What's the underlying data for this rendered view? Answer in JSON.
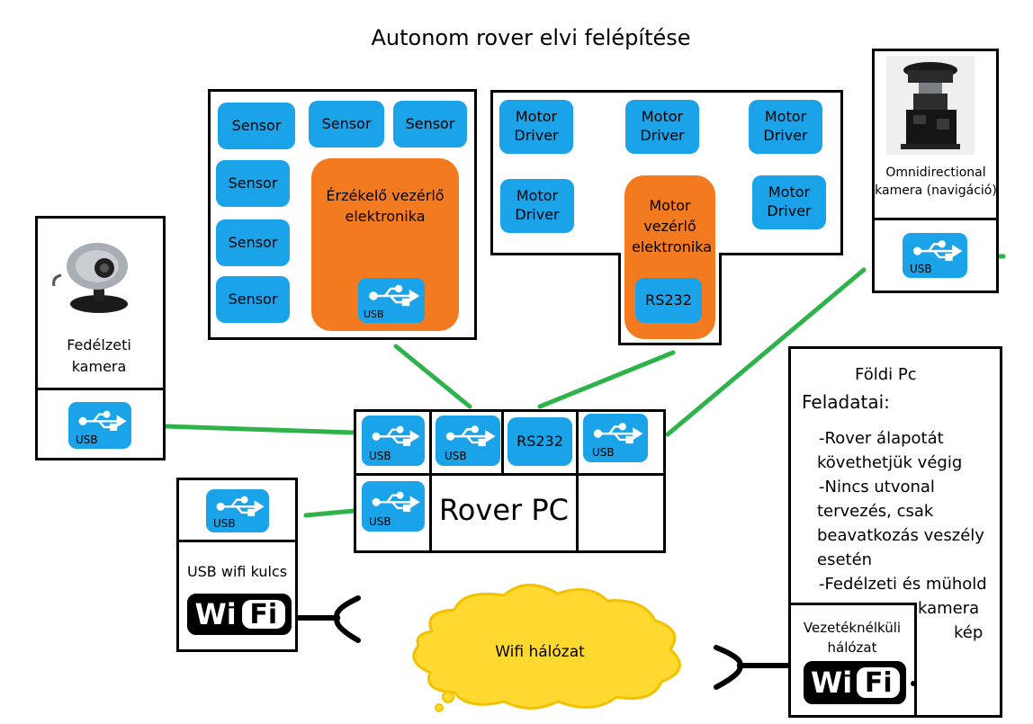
{
  "title": "Autonom rover elvi felépítése",
  "sensor_box": {
    "sensors": [
      "Sensor",
      "Sensor",
      "Sensor",
      "Sensor",
      "Sensor",
      "Sensor"
    ],
    "controller_label": "Érzékelő vezérlő elektronika",
    "usb_label": "USB"
  },
  "motor_box": {
    "drivers": [
      "Motor Driver",
      "Motor Driver",
      "Motor Driver",
      "Motor Driver",
      "Motor Driver"
    ],
    "controller_label": "Motor vezérlő elektronika",
    "rs232_label": "RS232"
  },
  "omni_camera": {
    "label": "Omnidirectional kamera (navigáció)",
    "usb_label": "USB"
  },
  "onboard_camera": {
    "label": "Fedélzeti kamera",
    "usb_label": "USB"
  },
  "rover_pc": {
    "title": "Rover PC",
    "ports": [
      "USB",
      "USB",
      "RS232",
      "USB",
      "USB"
    ]
  },
  "usb_wifi": {
    "usb_label": "USB",
    "label": "USB wifi kulcs",
    "logo_left": "Wi",
    "logo_right": "Fi"
  },
  "network_cloud": {
    "label": "Wifi hálózat"
  },
  "ground_pc": {
    "title": "Földi Pc",
    "tasks_heading": "Feladatai:",
    "lines": [
      "-Rover álapotát",
      "követhetjük végig",
      "-Nincs utvonal",
      "tervezés, csak",
      "beavatkozás veszély",
      "esetén",
      "-Fedélzeti és mühold",
      "kamera",
      "kép"
    ],
    "wireless_label": "Vezetéknélküli hálózat",
    "logo_left": "Wi",
    "logo_right": "Fi"
  },
  "colors": {
    "module": "#1aa3e8",
    "controller": "#f47a20",
    "link": "#2db34a",
    "cloud": "#ffd92f"
  }
}
